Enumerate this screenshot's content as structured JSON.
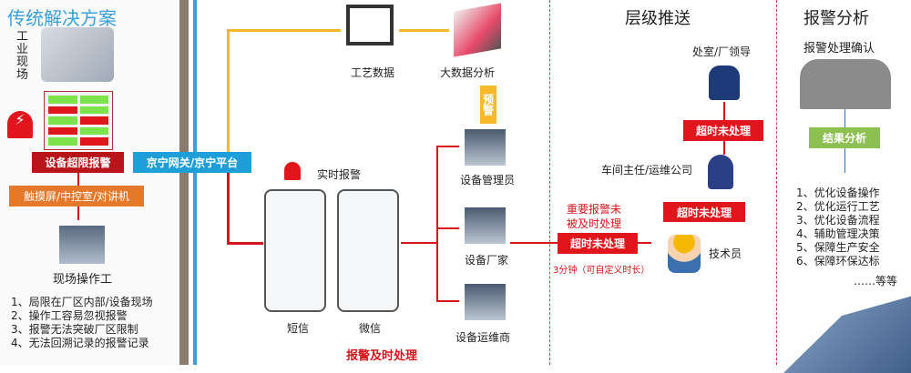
{
  "left": {
    "title": "传统解决方案",
    "site_label": "工业现场",
    "alarm_box": "设备超限报警",
    "channels_box": "触摸屏/中控室/对讲机",
    "operator": "现场操作工",
    "issues": [
      "1、局限在厂区内部/设备现场",
      "2、操作工容易忽视报警",
      "3、报警无法突破厂区限制",
      "4、无法回溯记录的报警记录"
    ]
  },
  "middle": {
    "gateway": "京宁网关/京宁平台",
    "process_data": "工艺数据",
    "big_data": "大数据分析",
    "warning": "预警",
    "realtime_alarm": "实时报警",
    "sms": "短信",
    "wechat": "微信",
    "timely": "报警及时处理",
    "recipients": [
      "设备管理员",
      "设备厂家",
      "设备运维商"
    ]
  },
  "escalation": {
    "title": "层级推送",
    "leader": "处室/厂领导",
    "timeout": "超时未处理",
    "supervisor": "车间主任/运维公司",
    "important": "重要报警未",
    "important2": "被及时处理",
    "duration": "3分钟（可自定义时长）",
    "technician": "技术员"
  },
  "analysis": {
    "title": "报警分析",
    "confirm": "报警处理确认",
    "result": "结果分析",
    "items": [
      "1、优化设备操作",
      "2、优化运行工艺",
      "3、优化设备流程",
      "4、辅助管理决策",
      "5、保障生产安全",
      "6、保障环保达标"
    ],
    "etc": "……等等"
  },
  "colors": {
    "blue": "#1e9fd8",
    "red": "#d7141b",
    "orange": "#e5792b",
    "green": "#8cc152",
    "yellow": "#f7b82a"
  }
}
